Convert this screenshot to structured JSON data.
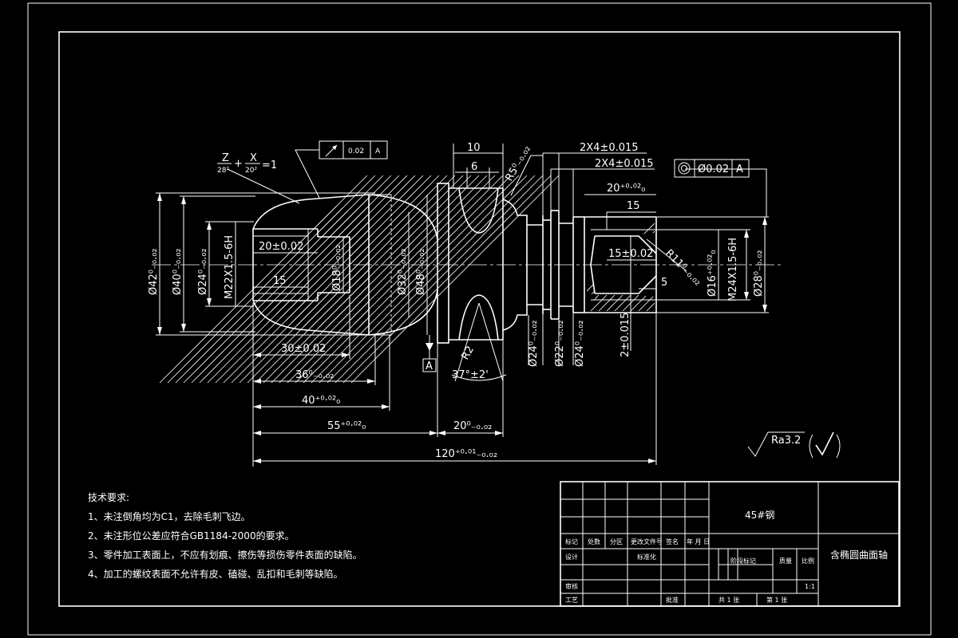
{
  "drawing": {
    "equation": {
      "z_num": "Z",
      "z_den": "28²",
      "x_num": "X",
      "x_den": "20²",
      "rhs": "=1",
      "plus": "+"
    },
    "gdt_runout": {
      "tol": "0.02",
      "datum": "A"
    },
    "gdt_concentric": {
      "tol": "Ø0.02",
      "datum": "A"
    },
    "datum_label": "A",
    "dims": {
      "d10": "10",
      "d6": "6",
      "r5": "R5⁰₋₀.₀₂",
      "d2x4a": "2X4±0.015",
      "d2x4b": "2X4±0.015",
      "d20top": "20⁺⁰·⁰²₀",
      "d15top": "15",
      "d20x002": "20±0.02",
      "d15left": "15",
      "d15x002": "15±0.02",
      "d5": "5",
      "r11": "R11⁰₋₀.₀₂",
      "phi42": "Ø42⁰₋₀.₀₂",
      "phi40": "Ø40⁰₋₀.₀₂",
      "phi24": "Ø24⁰₋₀.₀₂",
      "m22": "M22X1.5-6H",
      "phi18": "Ø18⁰₋₀.₀₂",
      "phi32": "Ø32⁰₋₀.₀₂",
      "phi48": "Ø48⁰₋₀.₀₂",
      "phi24b": "Ø24⁰₋₀.₀₂",
      "phi22": "Ø22⁰₋₀.₀₂",
      "phi24c": "Ø24⁰₋₀.₀₂",
      "d2x015": "2±0.015",
      "phi16": "Ø16⁺⁰·⁰²₀",
      "m24": "M24X1.5-6H",
      "phi28": "Ø28⁰₋₀.₀₂",
      "r2": "R2",
      "angle": "37°±2'",
      "d30": "30±0.02",
      "d36": "36⁰₋₀.₀₂",
      "d40": "40⁺⁰·⁰²₀",
      "d55": "55⁺⁰·⁰²₀",
      "d20b": "20⁰₋₀.₀₂",
      "d120": "120⁺⁰·⁰¹₋₀.₀₂"
    },
    "roughness": {
      "value": "Ra3.2"
    }
  },
  "notes": {
    "title": "技术要求:",
    "items": [
      "1、未注倒角均为C1，去除毛刺飞边。",
      "2、未注形位公差应符合GB1184-2000的要求。",
      "3、零件加工表面上，不应有划痕、擦伤等损伤零件表面的缺陷。",
      "4、加工的螺纹表面不允许有皮、磕碰、乱扣和毛刺等缺陷。"
    ]
  },
  "titleblock": {
    "material": "45#钢",
    "part_name": "含椭圆曲面轴",
    "h_mark": "标记",
    "h_count": "处数",
    "h_zone": "分区",
    "h_doc": "更改文件号",
    "h_sign": "签名",
    "h_date": "年 月 日",
    "design": "设计",
    "standard": "标准化",
    "review": "审核",
    "process": "工艺",
    "approve": "批准",
    "stage": "阶段标记",
    "weight": "质量",
    "scale": "比例",
    "scale_val": "1:1",
    "sheets": "共 1 张",
    "sheet": "第 1 张"
  }
}
